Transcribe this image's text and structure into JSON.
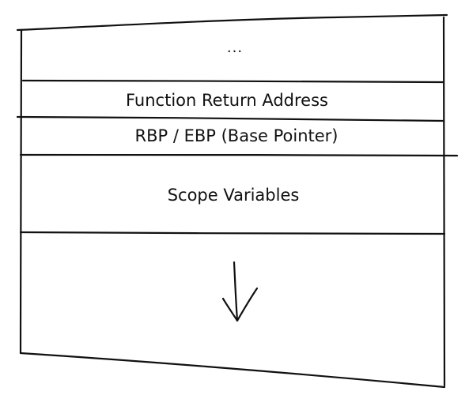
{
  "stack_frame": {
    "sections": [
      {
        "label": "..."
      },
      {
        "label": "Function Return Address"
      },
      {
        "label": "RBP / EBP (Base Pointer)"
      },
      {
        "label": "Scope Variables"
      }
    ],
    "growth_direction": "down"
  }
}
